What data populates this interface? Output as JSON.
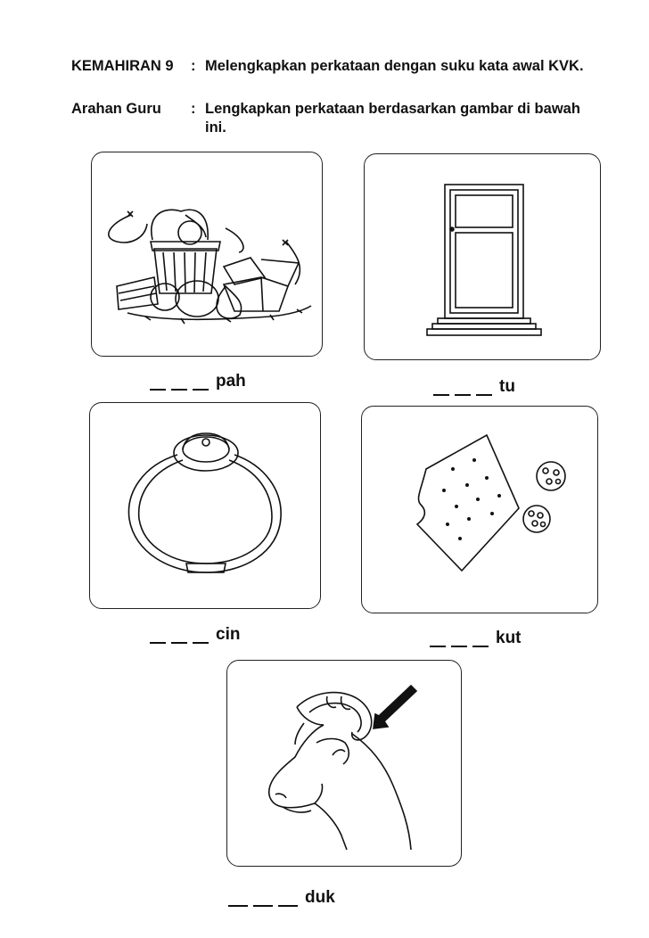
{
  "header": {
    "skill_label": "KEMAHIRAN 9",
    "skill_text": "Melengkapkan perkataan dengan suku kata awal KVK.",
    "instruction_label": "Arahan Guru",
    "instruction_text": "Lengkapkan perkataan berdasarkan gambar di bawah ini.",
    "separator": ":"
  },
  "items": [
    {
      "picture": "rubbish-pile",
      "suffix": "pah"
    },
    {
      "picture": "door",
      "suffix": "tu"
    },
    {
      "picture": "ring",
      "suffix": "cin"
    },
    {
      "picture": "biscuit",
      "suffix": "kut"
    },
    {
      "picture": "goat-horn",
      "suffix": "duk"
    }
  ]
}
